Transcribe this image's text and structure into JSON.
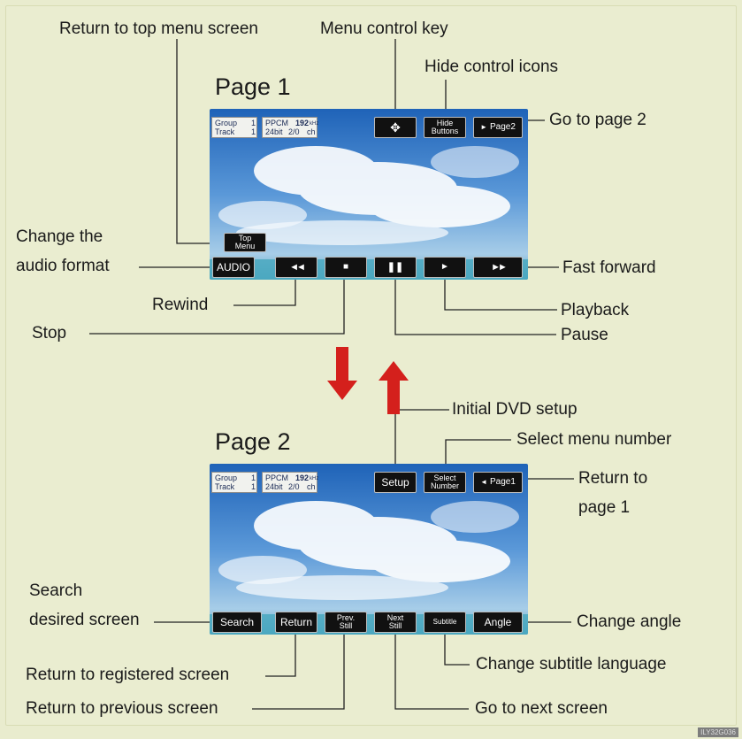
{
  "page1": {
    "title": "Page 1",
    "info": {
      "group": "Group",
      "track": "Track",
      "group_num": "1",
      "track_num": "1",
      "format": "PPCM",
      "rate": "192",
      "rate_unit": "kHz",
      "bits": "24bit",
      "channels": "2/0",
      "ch": "ch"
    },
    "buttons": {
      "menu_control": "✥",
      "hide_line1": "Hide",
      "hide_line2": "Buttons",
      "page2": "Page2",
      "top_line1": "Top",
      "top_line2": "Menu",
      "audio": "AUDIO"
    }
  },
  "page2": {
    "title": "Page 2",
    "info": {
      "group": "Group",
      "track": "Track",
      "group_num": "1",
      "track_num": "1",
      "format": "PPCM",
      "rate": "192",
      "rate_unit": "kHz",
      "bits": "24bit",
      "channels": "2/0",
      "ch": "ch"
    },
    "buttons": {
      "setup": "Setup",
      "select_line1": "Select",
      "select_line2": "Number",
      "page1": "Page1",
      "search": "Search",
      "return": "Return",
      "prev_line1": "Prev.",
      "prev_line2": "Still",
      "next_line1": "Next",
      "next_line2": "Still",
      "subtitle": "Subtitle",
      "angle": "Angle"
    }
  },
  "labels": {
    "return_top_menu": "Return to top menu screen",
    "menu_control_key": "Menu control key",
    "hide_control_icons": "Hide control icons",
    "go_to_page2": "Go to page 2",
    "change_audio_1": "Change the",
    "change_audio_2": "audio format",
    "fast_forward": "Fast forward",
    "rewind": "Rewind",
    "playback": "Playback",
    "stop": "Stop",
    "pause": "Pause",
    "initial_dvd_setup": "Initial DVD setup",
    "select_menu_number": "Select menu number",
    "return_to_page1_1": "Return to",
    "return_to_page1_2": "page 1",
    "search_1": "Search",
    "search_2": "desired screen",
    "change_angle": "Change angle",
    "return_registered": "Return to registered screen",
    "change_subtitle": "Change subtitle language",
    "return_previous": "Return to previous screen",
    "go_next": "Go to next screen"
  },
  "image_code": "ILY32G036",
  "colors": {
    "background": "#e9ecce",
    "arrow_red": "#d4201c",
    "line": "#222222"
  }
}
